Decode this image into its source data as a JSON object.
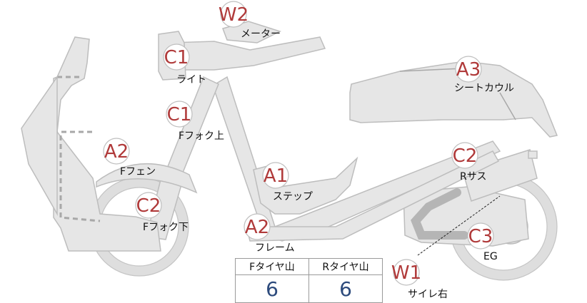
{
  "callouts": [
    {
      "code": "W2",
      "label": "メーター"
    },
    {
      "code": "C1",
      "label": "ライト"
    },
    {
      "code": "C1",
      "label": "Fフォク上"
    },
    {
      "code": "A2",
      "label": "Fフェン"
    },
    {
      "code": "C2",
      "label": "Fフォク下"
    },
    {
      "code": "A1",
      "label": "ステップ"
    },
    {
      "code": "A2",
      "label": "フレーム"
    },
    {
      "code": "A3",
      "label": "シートカウル"
    },
    {
      "code": "C2",
      "label": "Rサス"
    },
    {
      "code": "C3",
      "label": "EG"
    },
    {
      "code": "W1",
      "label": "サイレ右"
    }
  ],
  "tread_table": {
    "headers": [
      "Fタイヤ山",
      "Rタイヤ山"
    ],
    "values": [
      "6",
      "6"
    ]
  }
}
